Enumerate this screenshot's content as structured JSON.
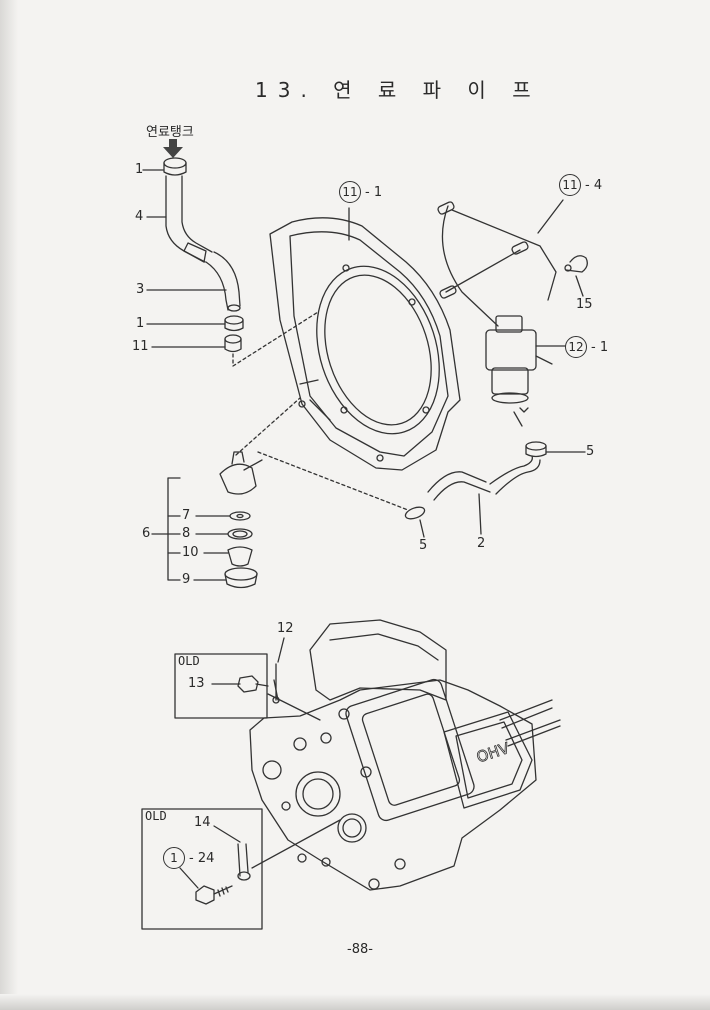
{
  "title": "13. 연 료 파 이 프",
  "inlet_label": "연료탱크",
  "parts": {
    "p1a": "1",
    "p4": "4",
    "p3": "3",
    "p1b": "1",
    "p11": "11",
    "p6": "6",
    "p7": "7",
    "p8": "8",
    "p10": "10",
    "p9": "9",
    "p5a": "5",
    "p5b": "5",
    "p2": "2",
    "p15": "15",
    "p12": "12",
    "p13": "13",
    "p14": "14"
  },
  "callouts": {
    "c11_1": {
      "ring": "11",
      "suffix": "- 1"
    },
    "c11_4": {
      "ring": "11",
      "suffix": "- 4"
    },
    "c12_1": {
      "ring": "12",
      "suffix": "- 1"
    },
    "c1_24": {
      "ring": "1",
      "suffix": "- 24"
    }
  },
  "old_box_top": "OLD",
  "old_box_bottom": "OLD",
  "page_number": "-88-"
}
